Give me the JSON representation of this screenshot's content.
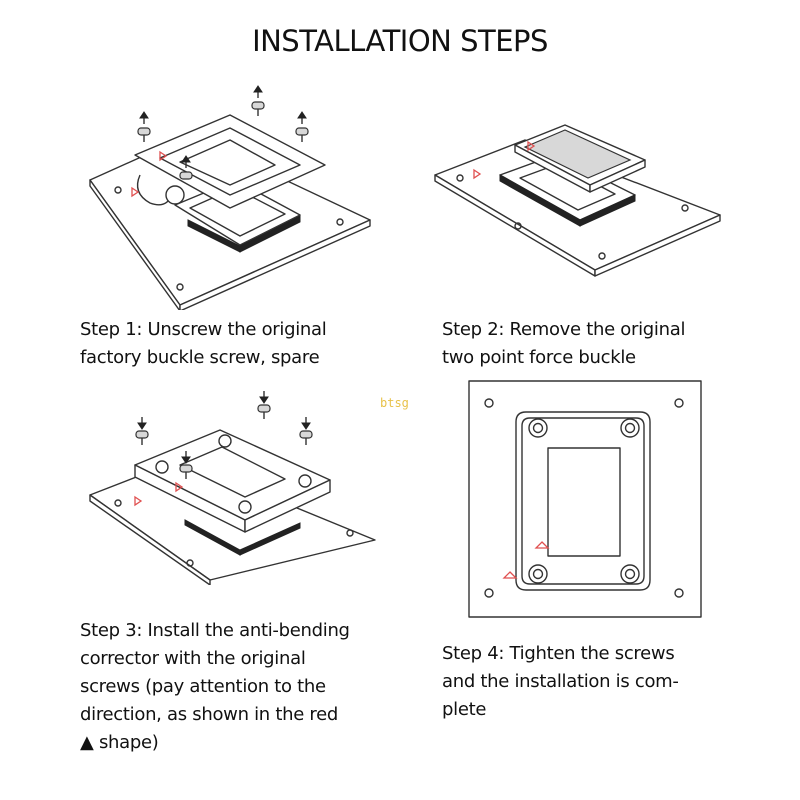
{
  "title": "INSTALLATION STEPS",
  "steps": [
    {
      "lines": [
        "Step 1: Unscrew the original",
        "factory buckle screw, spare"
      ]
    },
    {
      "lines": [
        "Step 2: Remove the original",
        "two point force buckle"
      ]
    },
    {
      "lines": [
        "Step 3: Install the anti-bending",
        "corrector with the original",
        "screws (pay attention to the",
        "direction, as shown in the red",
        "▲ shape)"
      ]
    },
    {
      "lines": [
        "Step 4: Tighten the screws",
        "and the installation is com-",
        "plete"
      ]
    }
  ],
  "watermark": "btsg",
  "colors": {
    "text": "#111111",
    "accent_triangle": "#e05050",
    "watermark": "#e8c24a"
  },
  "icons": [
    "arrow-up-icon",
    "arrow-down-icon",
    "screw-icon",
    "red-triangle-marker-icon"
  ]
}
